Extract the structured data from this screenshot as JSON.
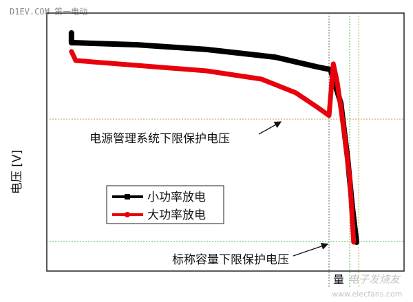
{
  "site_label": "D1EV.COM 第一电动",
  "watermark": {
    "brand": "电子发烧友",
    "url": "www.elecfans.com"
  },
  "chart_data": {
    "type": "line",
    "title": "",
    "xlabel": "量",
    "ylabel": "电压 [V]",
    "xlim": [
      0,
      100
    ],
    "ylim": [
      0,
      100
    ],
    "ticks": "none",
    "grid": false,
    "legend_placement": "lower-left",
    "series": [
      {
        "name": "小功率放电",
        "color": "#000000",
        "x": [
          6.9,
          6.9,
          8.1,
          25.4,
          44.7,
          64.0,
          75.5,
          79.4,
          82.3,
          84.2,
          85.5,
          86.7
        ],
        "y": [
          92.3,
          88.5,
          88.5,
          87.7,
          85.9,
          82.9,
          79.2,
          78.1,
          65.1,
          43.7,
          25.1,
          11.2
        ]
      },
      {
        "name": "大功率放电",
        "color": "#e8000b",
        "x": [
          6.9,
          8.1,
          25.4,
          44.7,
          60.1,
          69.7,
          75.5,
          79.0,
          80.2,
          81.3,
          83.2,
          84.8,
          85.9
        ],
        "y": [
          85.1,
          81.6,
          79.7,
          77.6,
          74.4,
          69.1,
          63.7,
          60.3,
          80.3,
          73.1,
          54.4,
          35.7,
          11.2
        ]
      }
    ],
    "reference_lines": [
      {
        "orientation": "horizontal",
        "value": 58.9,
        "color": "#c8a040"
      },
      {
        "orientation": "horizontal",
        "value": 11.5,
        "color": "#50b050"
      },
      {
        "orientation": "vertical",
        "value": 79.0,
        "color": "#666666"
      },
      {
        "orientation": "vertical",
        "value": 84.8,
        "color": "#50b050"
      },
      {
        "orientation": "vertical",
        "value": 87.3,
        "color": "#c8a040"
      }
    ],
    "annotations": [
      {
        "text": "电源管理系统下限保护电压",
        "target": [
          79.0,
          58.9
        ]
      },
      {
        "text": "标称容量下限保护电压",
        "target": [
          79.0,
          11.5
        ]
      }
    ]
  }
}
